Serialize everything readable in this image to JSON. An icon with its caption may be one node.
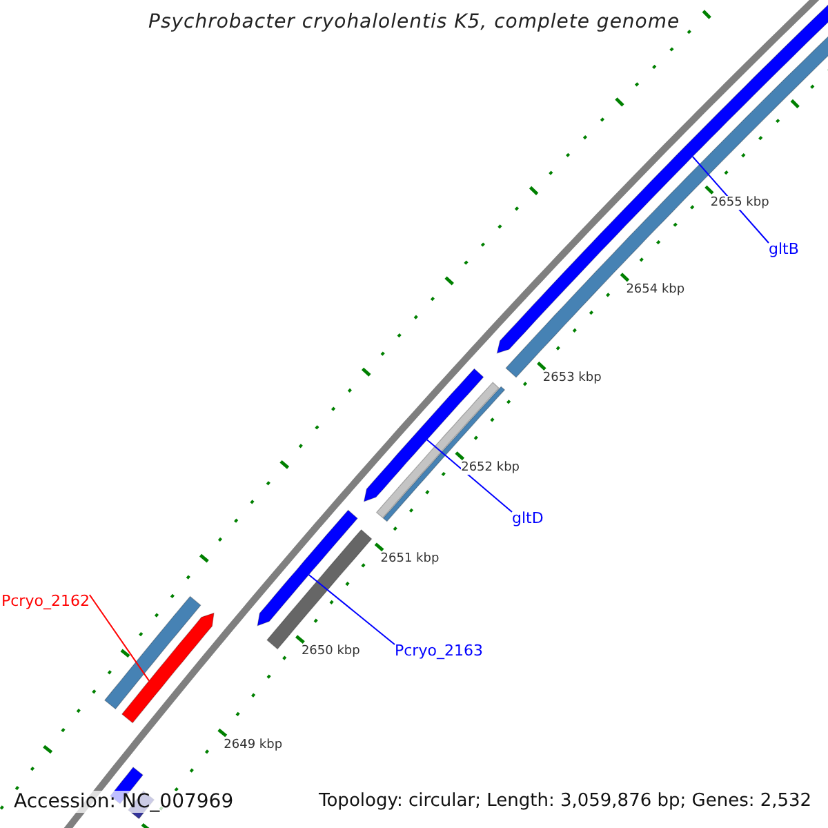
{
  "diagram": {
    "title": "Psychrobacter cryohalolentis K5, complete genome",
    "nodes": [
      {
        "text": [
          "Pcryo_2162"
        ]
      },
      {
        "text": [],
        "shape": "bar"
      },
      {
        "text": [
          "Pcryo_2163"
        ]
      },
      {
        "text": [],
        "shape": "bar"
      },
      {
        "text": [
          "gltD"
        ]
      },
      {
        "text": [],
        "shape": "bar"
      },
      {
        "text": [
          "gltB"
        ]
      },
      {
        "text": [],
        "shape": "bar"
      },
      {
        "text": [],
        "shape": "bar"
      },
      {
        "text": [],
        "shape": "bar"
      },
      {
        "text": [],
        "shape": "bar"
      },
      {
        "text": [],
        "shape": "bar"
      },
      {
        "text": [],
        "shape": "bar"
      },
      {
        "text": [],
        "shape": "bar"
      },
      {
        "text": [],
        "shape": "bar"
      }
    ],
    "edges": [
      {
        "from": 0,
        "to": 1,
        "arrow": "none",
        "color": "#ff0000"
      },
      {
        "from": 2,
        "to": 3,
        "arrow": "none"
      },
      {
        "from": 4,
        "to": 5,
        "arrow": "none"
      },
      {
        "from": 6,
        "to": 7,
        "arrow": "none"
      }
    ],
    "labels": [
      "2655 kbp",
      "2654 kbp",
      "2653 kbp",
      "2652 kbp",
      "2651 kbp",
      "2650 kbp",
      "2649 kbp",
      "Accession: NC_007969",
      "Topology: circular; Length: 3,059,876 bp; Genes: 2,532"
    ]
  }
}
